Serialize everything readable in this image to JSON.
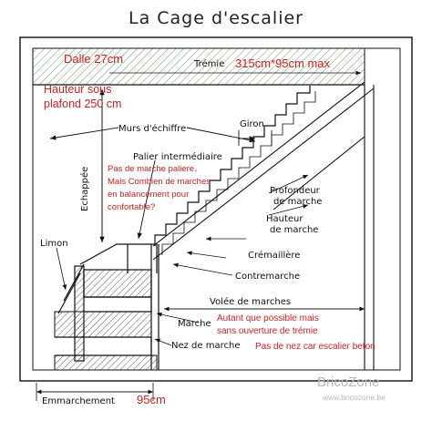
{
  "title": "La Cage d'escalier",
  "labels": {
    "tremie": "Trémie",
    "murs_echiffre": "Murs d'échiffre",
    "giron": "Giron",
    "palier": "Palier intermédiaire",
    "echappee": "Echappée",
    "profondeur_1": "Profondeur",
    "profondeur_2": "de marche",
    "hauteur_1": "Hauteur",
    "hauteur_2": "de marche",
    "limon": "Limon",
    "cremaillere": "Crémaillère",
    "contremarche": "Contremarche",
    "volee": "Volée de marches",
    "marche": "Marche",
    "nez": "Nez de marche",
    "emmarchement": "Emmarchement"
  },
  "annotations": {
    "dalle": "Dalle 27cm",
    "tremie_dim": "315cm*95cm max",
    "hauteur_plafond_1": "Hauteur sous",
    "hauteur_plafond_2": "plafond 250 cm",
    "palier_note_1": "Pas de marche paliere.",
    "palier_note_2": "Mais Combien de marches",
    "palier_note_3": "en balancement pour",
    "palier_note_4": "confortable?",
    "volee_note_1": "Autant que possible mais",
    "volee_note_2": "sans ouverture de trémie",
    "nez_note": "Pas de nez car escalier beton",
    "emmarchement_dim": "95cm"
  },
  "watermark": {
    "brand": "BricoZone",
    "url": "www.bricozone.be"
  },
  "colors": {
    "annotation": "#d02020",
    "ink": "#111111",
    "hatch": "#4a8a4a"
  }
}
